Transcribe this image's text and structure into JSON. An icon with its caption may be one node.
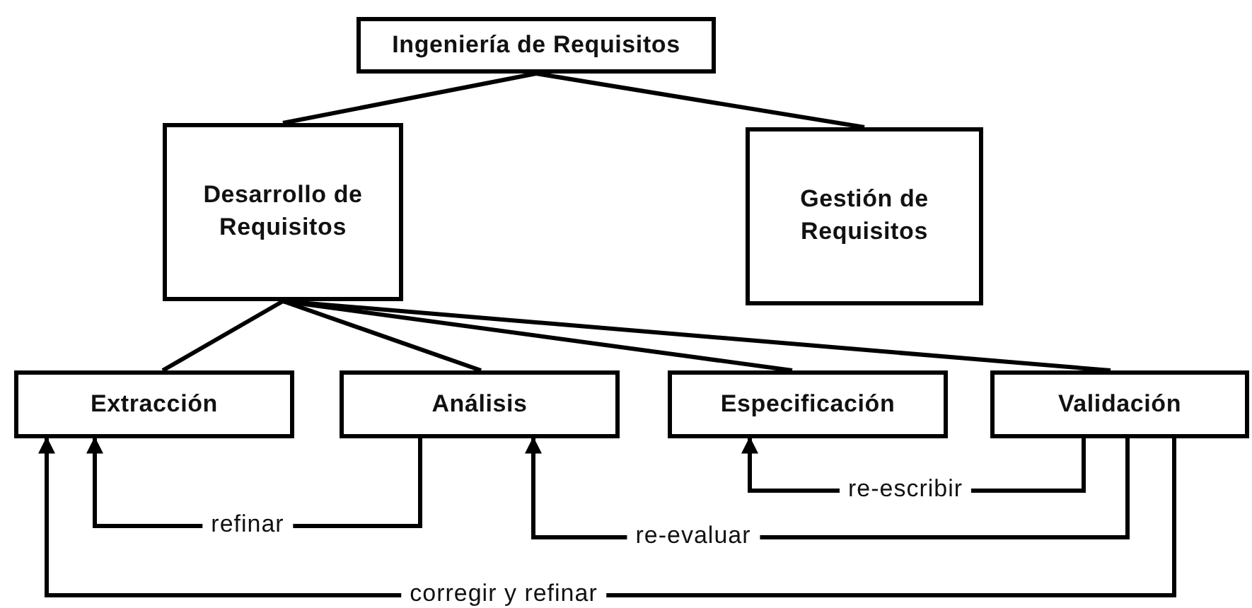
{
  "diagram": {
    "nodes": [
      {
        "text": [
          "Ingeniería de Requisitos"
        ]
      },
      {
        "text": [
          "Desarrollo de Requisitos"
        ]
      },
      {
        "text": [
          "Gestión de Requisitos"
        ]
      },
      {
        "text": [
          "Extracción"
        ]
      },
      {
        "text": [
          "Análisis"
        ]
      },
      {
        "text": [
          "Especificación"
        ]
      },
      {
        "text": [
          "Validación"
        ]
      }
    ],
    "edges": [
      {
        "from": 0,
        "to": 1,
        "arrow": "none"
      },
      {
        "from": 0,
        "to": 2,
        "arrow": "none"
      },
      {
        "from": 1,
        "to": 3,
        "arrow": "none"
      },
      {
        "from": 1,
        "to": 4,
        "arrow": "none"
      },
      {
        "from": 1,
        "to": 5,
        "arrow": "none"
      },
      {
        "from": 1,
        "to": 6,
        "arrow": "none"
      },
      {
        "from": 4,
        "to": 3,
        "arrow": "to",
        "label": "refinar"
      },
      {
        "from": 6,
        "to": 5,
        "arrow": "to",
        "label": "re-escribir"
      },
      {
        "from": 6,
        "to": 4,
        "arrow": "to",
        "label": "re-evaluar"
      },
      {
        "from": 6,
        "to": 3,
        "arrow": "to",
        "label": "corregir y refinar"
      }
    ]
  }
}
